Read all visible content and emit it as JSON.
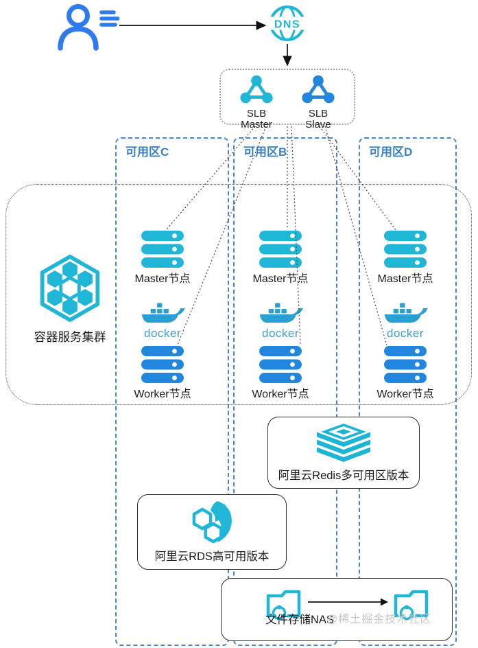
{
  "dns": {
    "label": "DNS"
  },
  "slb": {
    "master": [
      "SLB",
      "Master"
    ],
    "slave": [
      "SLB",
      "Slave"
    ]
  },
  "zones": [
    {
      "label": "可用区C"
    },
    {
      "label": "可用区B"
    },
    {
      "label": "可用区D"
    }
  ],
  "cluster": {
    "label": "容器服务集群"
  },
  "node_columns": {
    "master_label": "Master节点",
    "docker_label": "docker",
    "worker_label": "Worker节点"
  },
  "services": {
    "redis_label": "阿里云Redis多可用区版本",
    "rds_label": "阿里云RDS高可用版本",
    "nas_label": "文件存储NAS"
  },
  "watermark": "@稀土掘金技术社区",
  "colors": {
    "cyan": "#1fb6d8",
    "blue": "#2186dd",
    "user_blue": "#2e7bf0",
    "docker_blue": "#2b9fd0",
    "zone_border": "#4486c9",
    "zone_label": "#3a80c4",
    "box_border": "#2b2b2b",
    "connector": "#444444",
    "watermark_gray": "#c6c6c6"
  }
}
